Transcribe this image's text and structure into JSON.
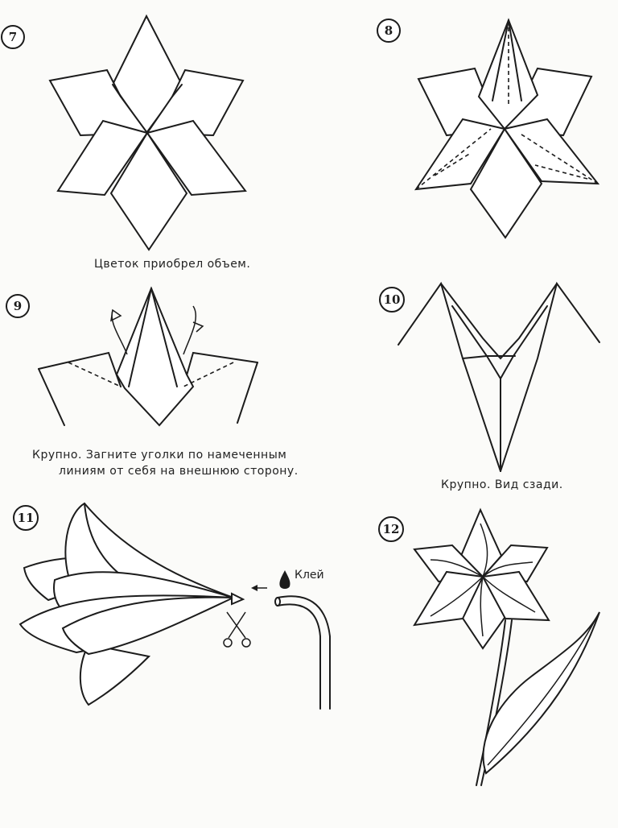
{
  "steps": [
    {
      "number": "7",
      "caption": "Цветок приобрел объем."
    },
    {
      "number": "8",
      "caption": ""
    },
    {
      "number": "9",
      "caption_line1": "Крупно. Загните уголки по намеченным",
      "caption_line2": "линиям от себя на внешнюю сторону."
    },
    {
      "number": "10",
      "caption": "Крупно. Вид сзади."
    },
    {
      "number": "11",
      "glue_label": "Клей"
    },
    {
      "number": "12",
      "caption": ""
    }
  ],
  "colors": {
    "ink": "#1c1c1c",
    "paper": "#fbfbf9"
  }
}
